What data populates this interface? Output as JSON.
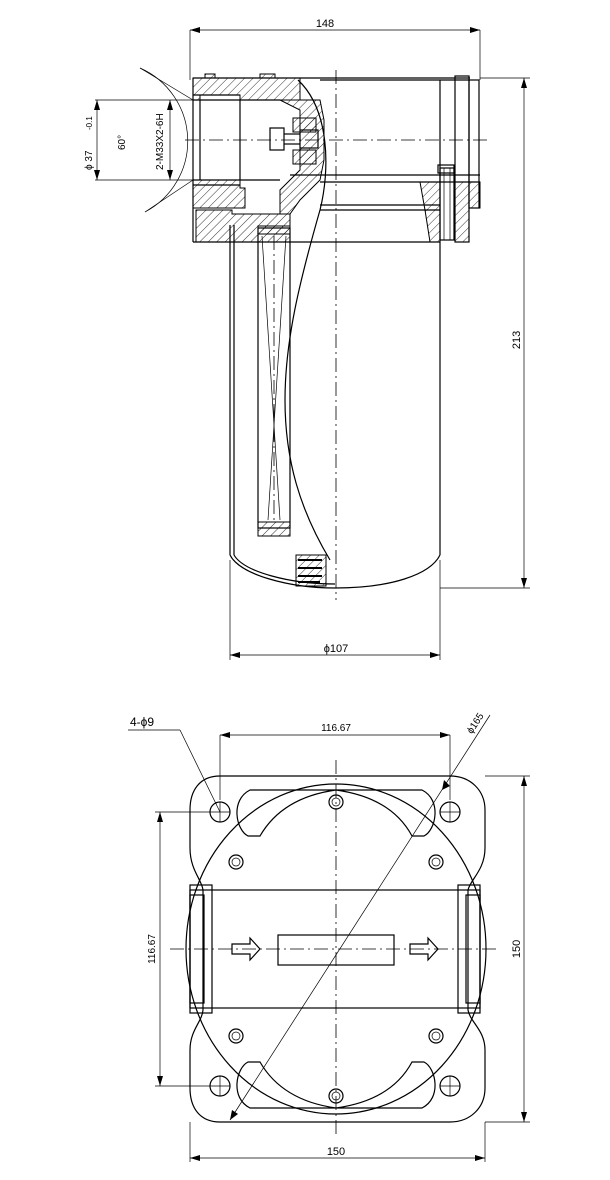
{
  "front_view": {
    "dim_width_top": "148",
    "dim_height": "213",
    "dim_diameter": "ϕ107",
    "dim_bore": "ϕ 37",
    "dim_bore_tol": "-0.1",
    "dim_angle": "60°",
    "dim_thread": "2-M33X2-6H"
  },
  "top_view": {
    "dim_holes": "4-ϕ9",
    "dim_hole_spacing_x": "116.67",
    "dim_hole_spacing_y": "116.67",
    "dim_pcd": "ϕ165",
    "dim_width": "150",
    "dim_height": "150"
  }
}
